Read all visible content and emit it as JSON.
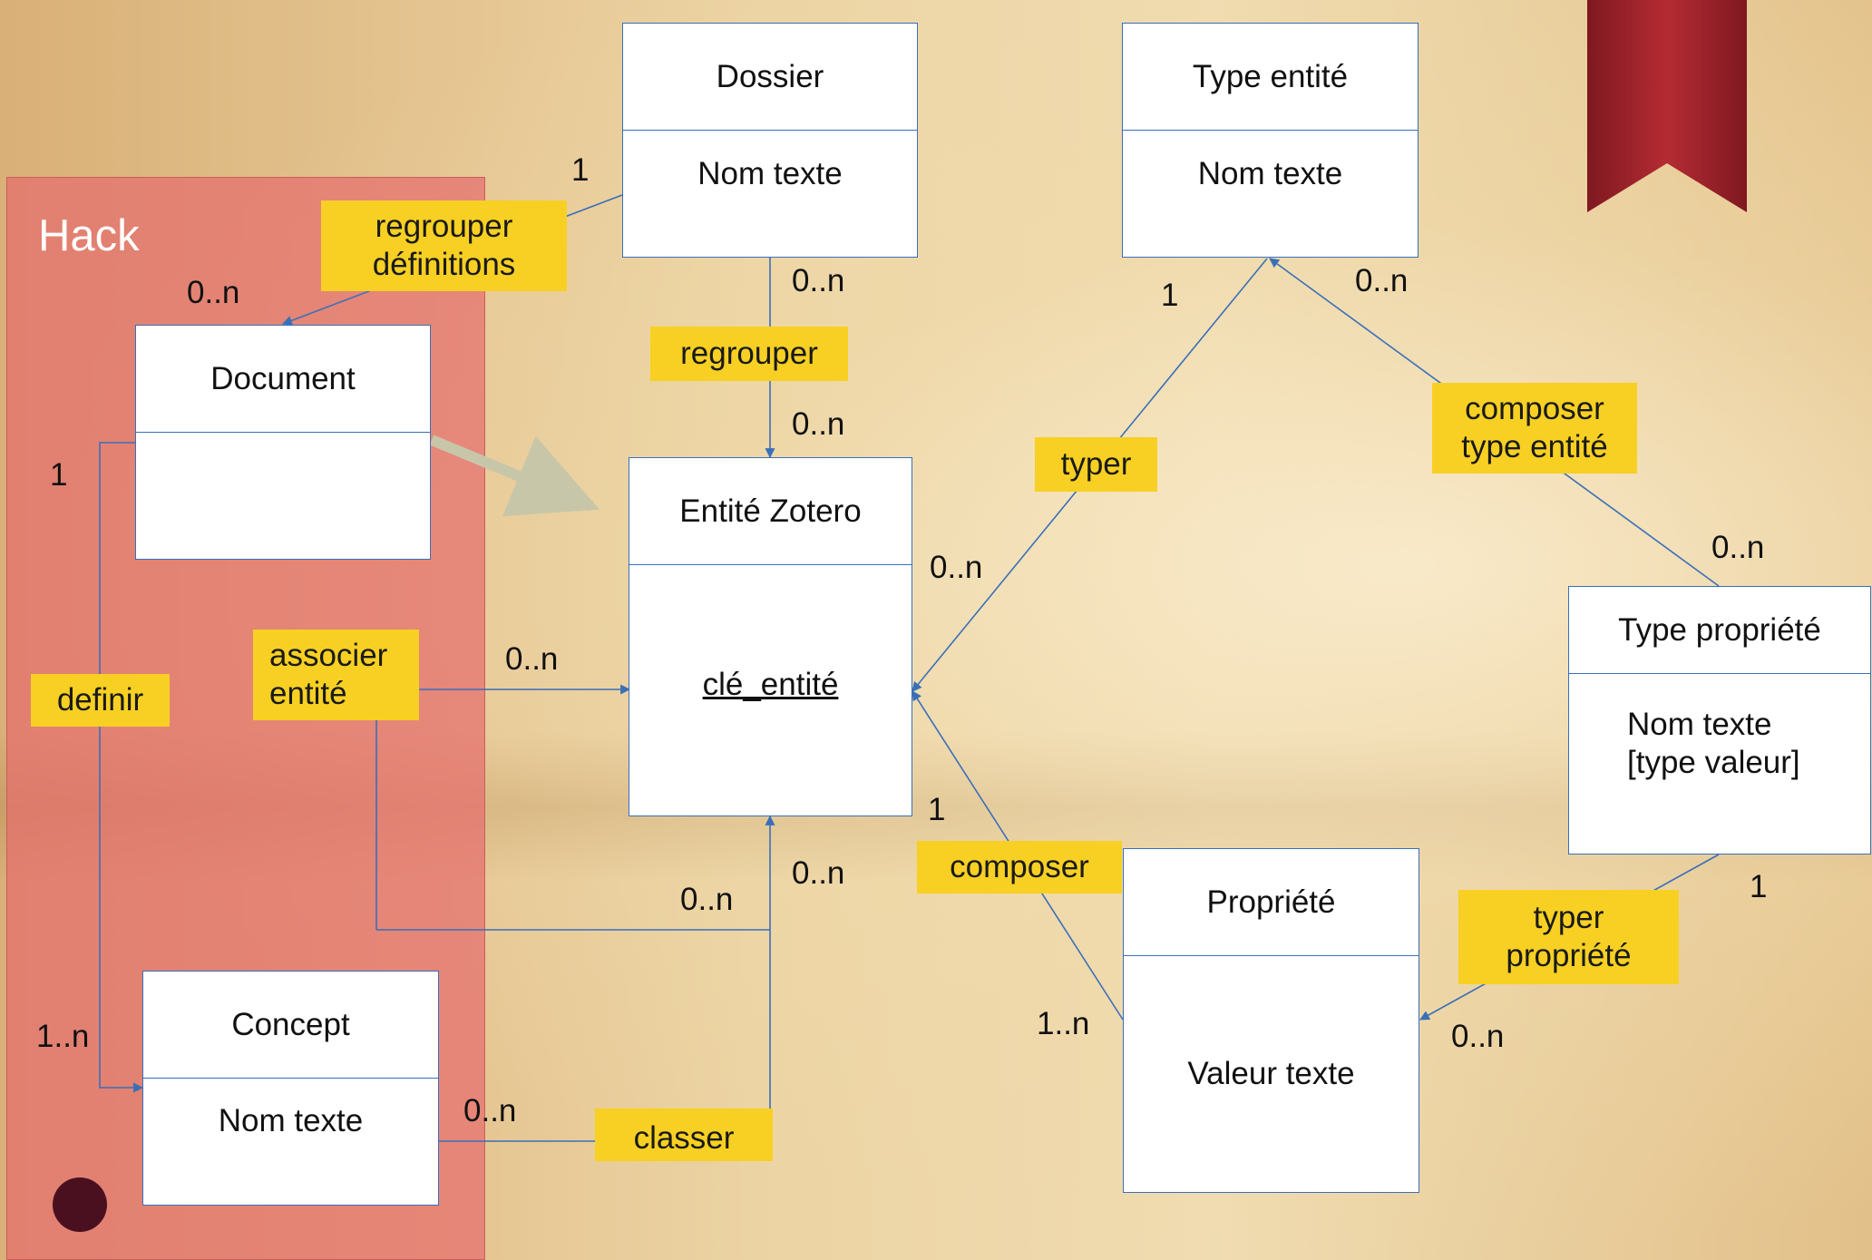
{
  "panel": {
    "title": "Hack"
  },
  "entities": {
    "dossier": {
      "name": "Dossier",
      "attr": "Nom texte"
    },
    "type_entite": {
      "name": "Type entité",
      "attr": "Nom texte"
    },
    "document": {
      "name": "Document",
      "attr": ""
    },
    "entite_zotero": {
      "name": "Entité Zotero",
      "attr": "clé_entité"
    },
    "type_propriete": {
      "name": "Type propriété",
      "attr_line1": "Nom texte",
      "attr_line2": "[type valeur]"
    },
    "propriete": {
      "name": "Propriété",
      "attr": "Valeur texte"
    },
    "concept": {
      "name": "Concept",
      "attr": "Nom texte"
    }
  },
  "relations": {
    "regrouper_definitions": {
      "line1": "regrouper",
      "line2": "définitions"
    },
    "regrouper": "regrouper",
    "typer": "typer",
    "composer_type_entite": {
      "line1": "composer",
      "line2": "type entité"
    },
    "associer_entite": {
      "line1": "associer",
      "line2": "entité"
    },
    "definir": "definir",
    "composer": "composer",
    "typer_propriete": {
      "line1": "typer",
      "line2": "propriété"
    },
    "classer": "classer"
  },
  "cardinalities": {
    "dossier_doc": "1",
    "doc_from_dossier": "0..n",
    "dossier_down": "0..n",
    "entite_up": "0..n",
    "typeentite_typer": "1",
    "typeentite_composer": "0..n",
    "entite_typer": "0..n",
    "typeprop_top": "0..n",
    "document_definir": "1",
    "associer_card": "0..n",
    "entite_composer": "1",
    "entite_bottom": "0..n",
    "associer_bottom": "0..n",
    "typeprop_bottom": "1",
    "propriete_left": "1..n",
    "propriete_right": "0..n",
    "concept_left": "1..n",
    "concept_right": "0..n"
  },
  "colors": {
    "line": "#3a6fb8",
    "relation_bg": "#f7d023",
    "hack_panel": "#e46e6e",
    "inheritance_arrow": "#c8c6a8",
    "bookmark": "#a8262e"
  }
}
